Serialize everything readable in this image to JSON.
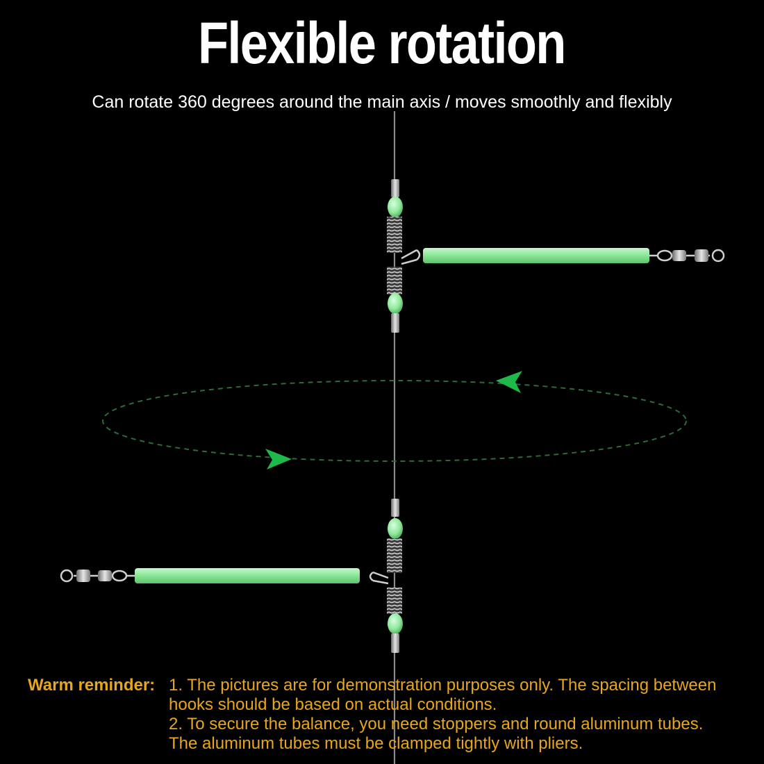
{
  "title": "Flexible rotation",
  "subtitle": "Can rotate 360 degrees around the main axis / moves smoothly and flexibly",
  "reminder": {
    "label": "Warm reminder:",
    "lines": [
      "1. The pictures are for demonstration purposes only. The spacing between",
      "hooks should be based on actual conditions.",
      "2. To secure the balance, you need stoppers and round aluminum tubes.",
      "The aluminum tubes must be clamped tightly with pliers."
    ]
  },
  "colors": {
    "background": "#000000",
    "title_text": "#ffffff",
    "reminder_text": "#e8a61a",
    "glow_green": "#8ee89a",
    "arrow_green": "#1fb84a",
    "orbit_green": "#2f6a3a",
    "metal": "#b8b8b8"
  },
  "icons": [
    "rotation-arrow-icon"
  ]
}
